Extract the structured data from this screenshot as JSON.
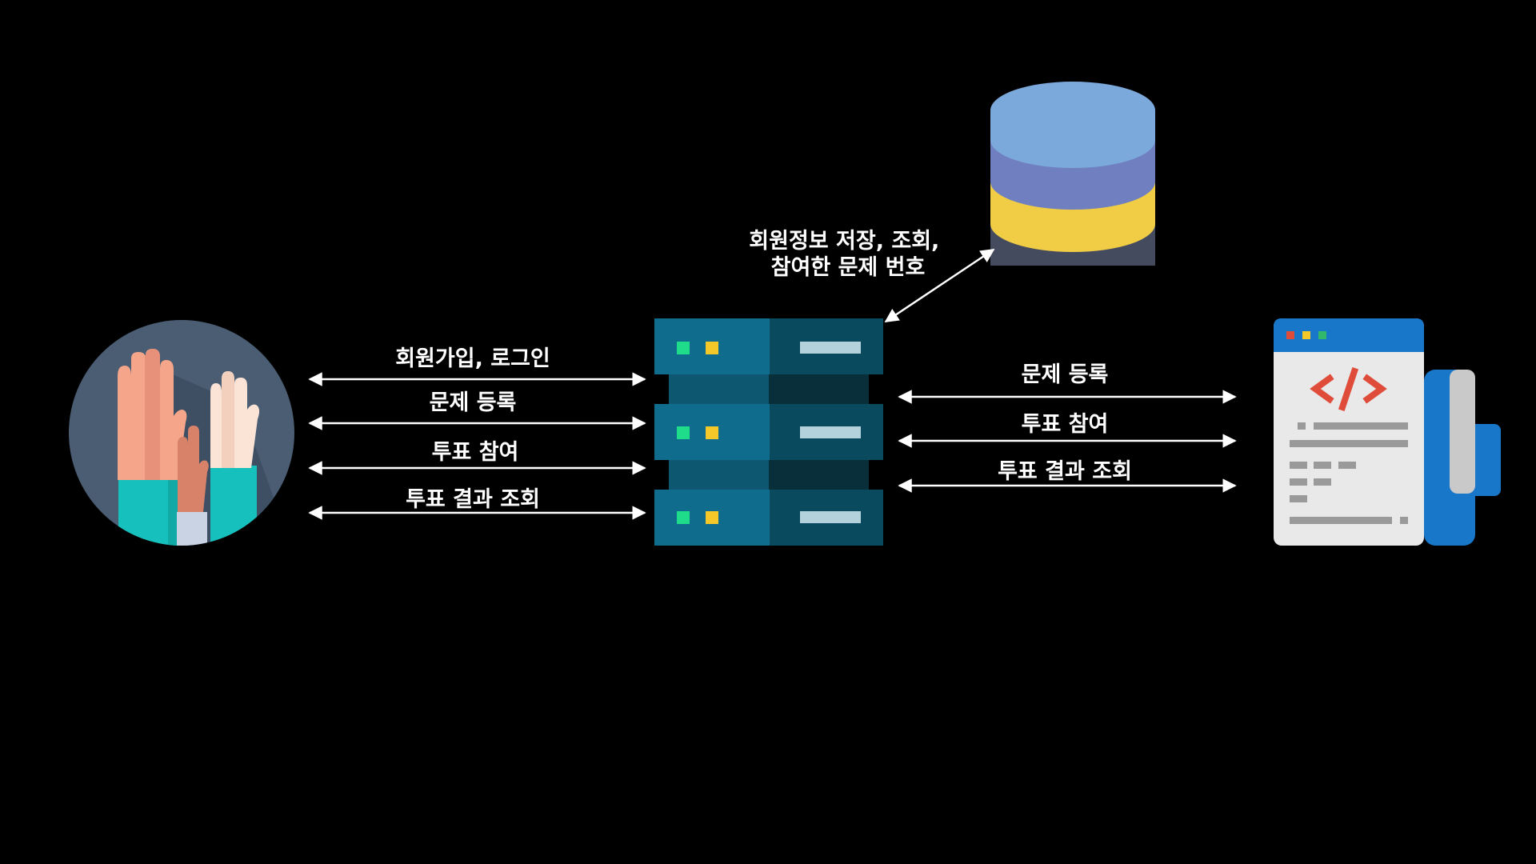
{
  "diagram": {
    "background": "#000000",
    "database_label": {
      "line1": "회원정보 저장, 조회,",
      "line2": "참여한 문제 번호"
    },
    "left_labels": {
      "signup_login": "회원가입, 로그인",
      "register_problem": "문제 등록",
      "vote_participate": "투표 참여",
      "vote_results": "투표 결과 조회"
    },
    "right_labels": {
      "register_problem": "문제 등록",
      "vote_participate": "투표 참여",
      "vote_results": "투표 결과 조회"
    },
    "icons": {
      "users": "raised-hands-icon",
      "server": "server-rack-icon",
      "database": "database-icon",
      "code_doc": "code-document-icon"
    },
    "colors": {
      "users_bg": "#4a5d73",
      "server_front": "#0f6c8c",
      "server_dark": "#0a4a5f",
      "db_top": "#7ca9db",
      "db_band1": "#6f7fbf",
      "db_band2": "#f0cd45",
      "db_band3": "#454b5e",
      "doc_header": "#1877c9",
      "code_red": "#e04c3a"
    }
  }
}
